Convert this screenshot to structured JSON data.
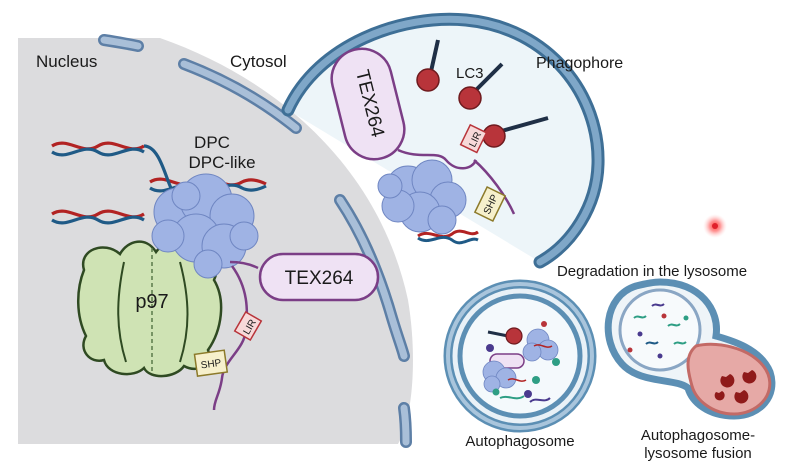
{
  "labels": {
    "nucleus": "Nucleus",
    "cytosol": "Cytosol",
    "phagophore": "Phagophore",
    "lc3": "LC3",
    "dpc": "DPC",
    "dpc_like": "DPC-like",
    "p97": "p97",
    "tex264_nuclear": "TEX264",
    "tex264_phagophore": "TEX264",
    "lir_nuclear": "LIR",
    "lir_phagophore": "LIR",
    "shp_nuclear": "SHP",
    "shp_phagophore": "SHP",
    "degradation": "Degradation in the lysosome",
    "autophagosome": "Autophagosome",
    "fusion_line1": "Autophagosome-",
    "fusion_line2": "lysosome fusion"
  },
  "colors": {
    "nucleus_fill": "#dcdcde",
    "membrane_blue": "#8aa6c4",
    "phagophore_blue": "#5c8fb4",
    "lc3_red": "#b8343a",
    "tex264_fill": "#efe2f4",
    "tex264_stroke": "#7b3e86",
    "p97_fill": "#cfe3b4",
    "p97_stroke": "#2f4a22",
    "protein_blue": "#9fb3e4",
    "dna_red": "#b22323",
    "dna_blue": "#1f5a86",
    "lysosome_fill": "#e6a9a6",
    "lir_fill": "#f7d9d9",
    "shp_fill": "#f6f0cc"
  }
}
